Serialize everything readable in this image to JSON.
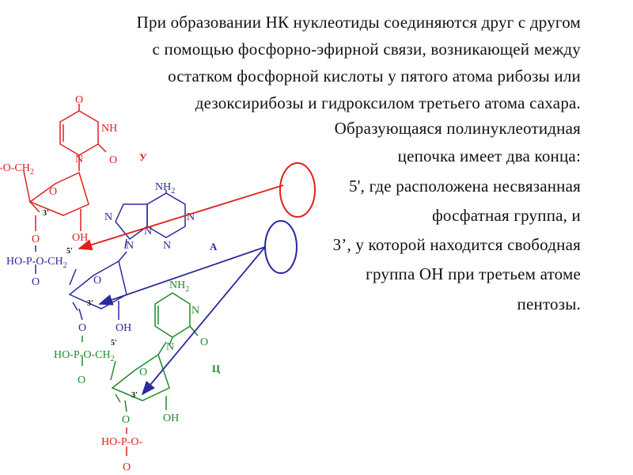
{
  "text": {
    "line1": "При образовании НК нуклеотиды соединяются друг с другом",
    "line2": "с помощью  фосфорно-эфирной связи, возникающей между",
    "line3": "остатком фосфорной кислоты у пятого атома рибозы или",
    "line4": "дезоксирибозы и гидроксилом третьего атома сахара.",
    "line5": "Образующаяся полинуклеотидная",
    "line6": "цепочка имеет два конца:",
    "line7": "5', где расположена несвязанная",
    "line8": "фосфатная группа, и",
    "line9": "3’, у которой находится свободная",
    "line10": "группа ОН при третьем атоме",
    "line11": "пентозы."
  },
  "chem": {
    "u_O_top": "O",
    "u_NH": "NH",
    "u_O_right": "O",
    "u_N": "N",
    "u_label": "У",
    "u_OCH2": "-O-CH",
    "sub2": "2",
    "u_ring_O": "O",
    "u_3prime": "3'",
    "u_OH": "OH",
    "u_O_bridge": "O",
    "p1_HO": "HO-P-O-CH",
    "p1_O_bottom": "O",
    "p1_5prime": "5'",
    "a_NH2": "NH",
    "a_N1": "N",
    "a_N2": "N",
    "a_N3": "N",
    "a_N4": "N",
    "a_N5": "N",
    "a_label": "А",
    "s2_ring_O": "O",
    "s2_3prime": "3'",
    "s2_OH": "OH",
    "s2_O_bridge": "O",
    "c_NH2": "NH",
    "c_N1": "N",
    "c_N2": "N",
    "c_O": "O",
    "c_label": "Ц",
    "p2_HO": "HO-P-O-CH",
    "p2_O_bottom": "O",
    "p2_5prime": "5'",
    "s3_ring_O": "O",
    "s3_3prime": "3'",
    "s3_OH": "OH",
    "s3_O_bridge": "O",
    "p3_HO": "HO-P-O-",
    "p3_O_bottom": "O"
  },
  "colors": {
    "red": "#e0201c",
    "blue": "#2a2a9c",
    "green": "#1e8a2a",
    "black": "#111111"
  }
}
